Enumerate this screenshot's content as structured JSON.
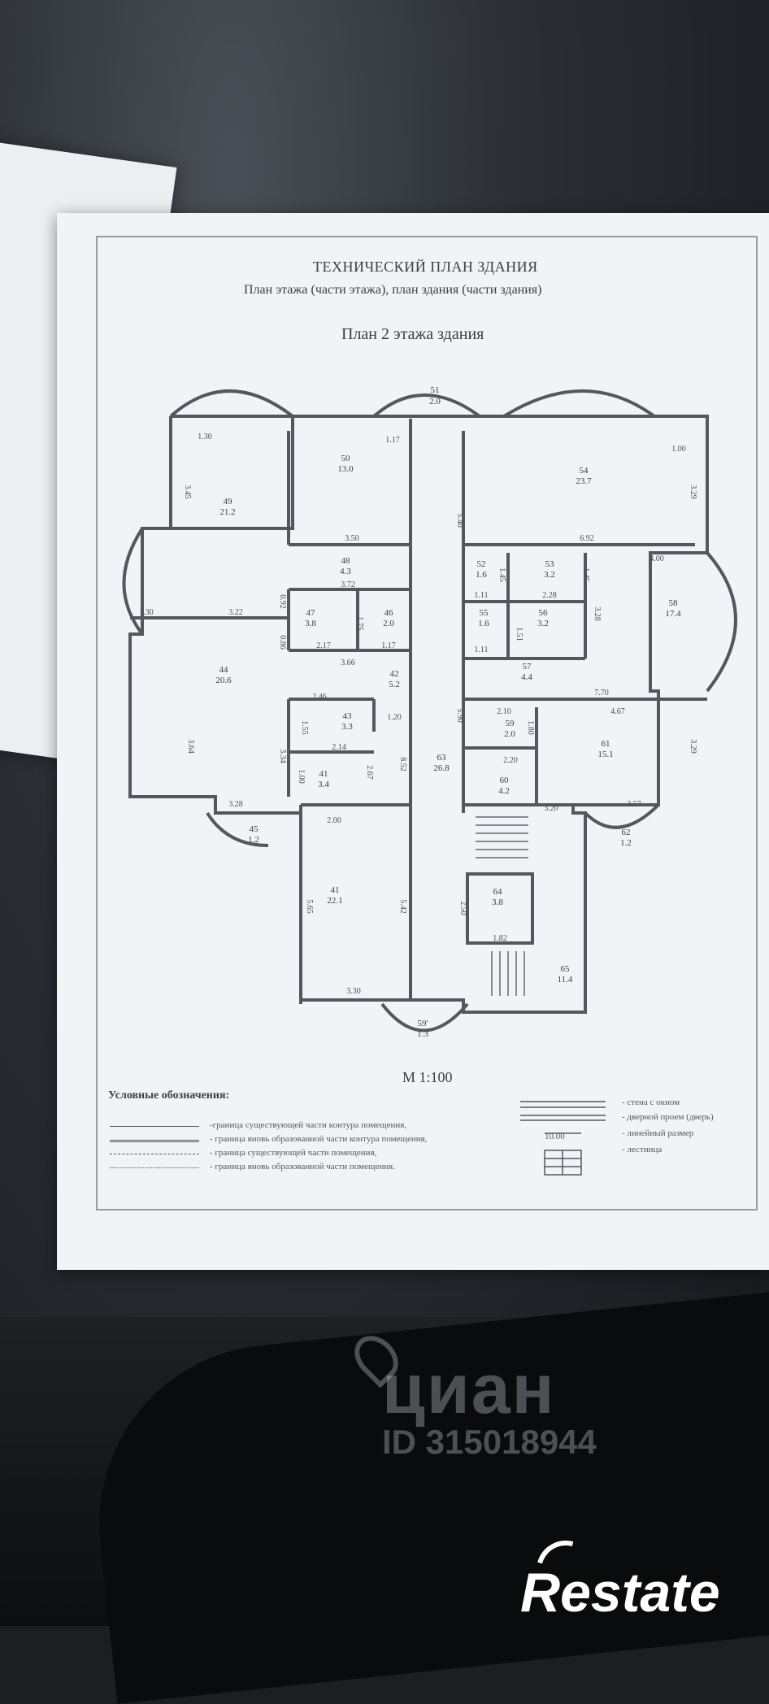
{
  "document": {
    "title": "ТЕХНИЧЕСКИЙ ПЛАН ЗДАНИЯ",
    "subtitle": "План этажа (части этажа), план здания (части здания)",
    "floor_title": "План 2 этажа здания",
    "scale": "М 1:100"
  },
  "rooms": [
    {
      "num": "51",
      "area": "2.0"
    },
    {
      "num": "50",
      "area": "13.0"
    },
    {
      "num": "49",
      "area": "21.2"
    },
    {
      "num": "54",
      "area": "23.7"
    },
    {
      "num": "48",
      "area": "4.3"
    },
    {
      "num": "52",
      "area": "1.6"
    },
    {
      "num": "53",
      "area": "3.2"
    },
    {
      "num": "58",
      "area": "17.4"
    },
    {
      "num": "47",
      "area": "3.8"
    },
    {
      "num": "46",
      "area": "2.0"
    },
    {
      "num": "55",
      "area": "1.6"
    },
    {
      "num": "56",
      "area": "3.2"
    },
    {
      "num": "44",
      "area": "20.6"
    },
    {
      "num": "42",
      "area": "5.2"
    },
    {
      "num": "57",
      "area": "4.4"
    },
    {
      "num": "43",
      "area": "3.3"
    },
    {
      "num": "59",
      "area": "2.0"
    },
    {
      "num": "61",
      "area": "15.1"
    },
    {
      "num": "63",
      "area": "26.8"
    },
    {
      "num": "41",
      "area": "3.4"
    },
    {
      "num": "60",
      "area": "4.2"
    },
    {
      "num": "45",
      "area": "1.2"
    },
    {
      "num": "62",
      "area": "1.2"
    },
    {
      "num": "41",
      "area": "22.1"
    },
    {
      "num": "64",
      "area": "3.8"
    },
    {
      "num": "65",
      "area": "11.4"
    },
    {
      "num": "59'",
      "area": "1.3"
    }
  ],
  "dimensions": [
    "1.30",
    "1.17",
    "1.00",
    "3.45",
    "3.29",
    "5.40",
    "3.50",
    "6.92",
    "4.00",
    "3.72",
    "1.30",
    "3.22",
    "0.92",
    "1.75",
    "2.17",
    "1.17",
    "0.86",
    "3.66",
    "2.28",
    "1.11",
    "1.11",
    "3.28",
    "2.46",
    "1.20",
    "7.70",
    "2.10",
    "1.80",
    "4.67",
    "1.55",
    "2.14",
    "3.34",
    "1.00",
    "2.67",
    "8.52",
    "5.90",
    "2.20",
    "3.29",
    "3.64",
    "3.28",
    "2.00",
    "3.20",
    "3.57",
    "5.65",
    "5.42",
    "2.50",
    "1.82",
    "3.30",
    "1.45",
    "1.45",
    "1.51"
  ],
  "legend": {
    "heading": "Условные обозначения:",
    "items": [
      "-граница существующей части контура помещения,",
      "- граница вновь образованной части контура помещения,",
      "- граница существующей части помещения,",
      "- граница вновь образованной части помещения."
    ],
    "items_right": [
      "- стена с окном",
      "- дверной проем (дверь)",
      "- линейный размер",
      "- лестница"
    ],
    "dim_sample": "10.00"
  },
  "watermark": {
    "brand": "циан",
    "id": "ID 315018944"
  },
  "logo": {
    "text": "Restate"
  }
}
